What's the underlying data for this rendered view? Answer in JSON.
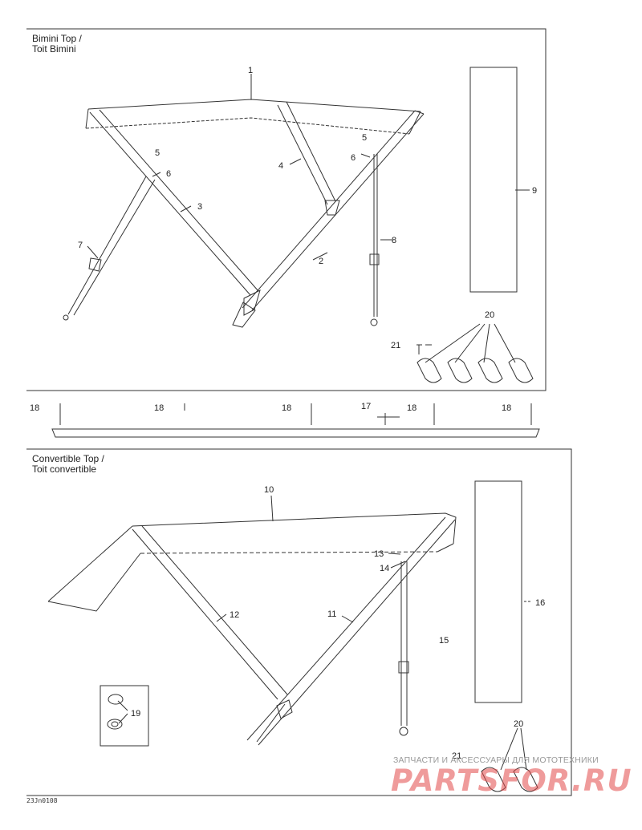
{
  "sections": {
    "bimini_title": [
      "Bimini Top /",
      "Toit Bimini"
    ],
    "convertible_title": [
      "Convertible Top /",
      "Toit convertible"
    ]
  },
  "callouts": [
    "1",
    "2",
    "3",
    "4",
    "5",
    "6",
    "7",
    "8",
    "9",
    "20",
    "21",
    "18",
    "17",
    "10",
    "11",
    "12",
    "13",
    "14",
    "15",
    "16",
    "19"
  ],
  "watermark": {
    "text": "ЗАПЧАСТИ И АКСЕССУАРЫ ДЛЯ МОТОТЕХНИКИ",
    "logo": "PARTSFOR.RU"
  },
  "figure_code": "23Jn0108"
}
